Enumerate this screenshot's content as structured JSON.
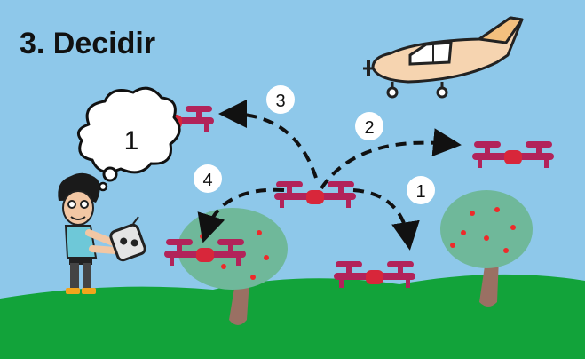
{
  "title": "3. Decidir",
  "thought_label": "1",
  "badges": {
    "b1": "1",
    "b2": "2",
    "b3": "3",
    "b4": "4"
  },
  "colors": {
    "sky": "#8ec8ea",
    "ground": "#12a33a",
    "drone": "#b2235a",
    "drone_body": "#d8263a",
    "tree_canopy": "#6fb89a",
    "trunk": "#9a7063",
    "fruit": "#ee2a2a",
    "plane_body": "#f6d4b0",
    "arrow": "#111111"
  },
  "icons": [
    "drone-icon",
    "airplane-icon",
    "tree-icon",
    "person-icon",
    "remote-controller-icon",
    "thought-bubble-icon"
  ]
}
